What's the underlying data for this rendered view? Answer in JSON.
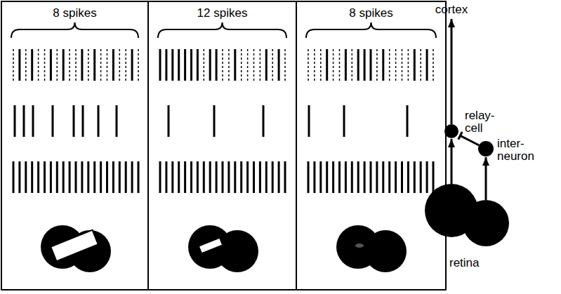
{
  "diagram": {
    "nodes": [
      {
        "text": [
          "8 spikes"
        ]
      },
      {
        "text": [
          "12 spikes"
        ]
      },
      {
        "text": [
          "8 spikes"
        ]
      },
      {
        "text": [
          "cortex"
        ]
      },
      {
        "text": [
          "relay- cell"
        ]
      },
      {
        "text": [
          "inter- neuron"
        ]
      },
      {
        "text": [
          "retina"
        ]
      }
    ],
    "edges": [
      {
        "from": 6,
        "to": 4,
        "arrow": "to"
      },
      {
        "from": 6,
        "to": 5,
        "arrow": "to"
      },
      {
        "from": 5,
        "to": 4,
        "arrow": "none"
      },
      {
        "from": 4,
        "to": 3,
        "arrow": "to"
      }
    ]
  }
}
